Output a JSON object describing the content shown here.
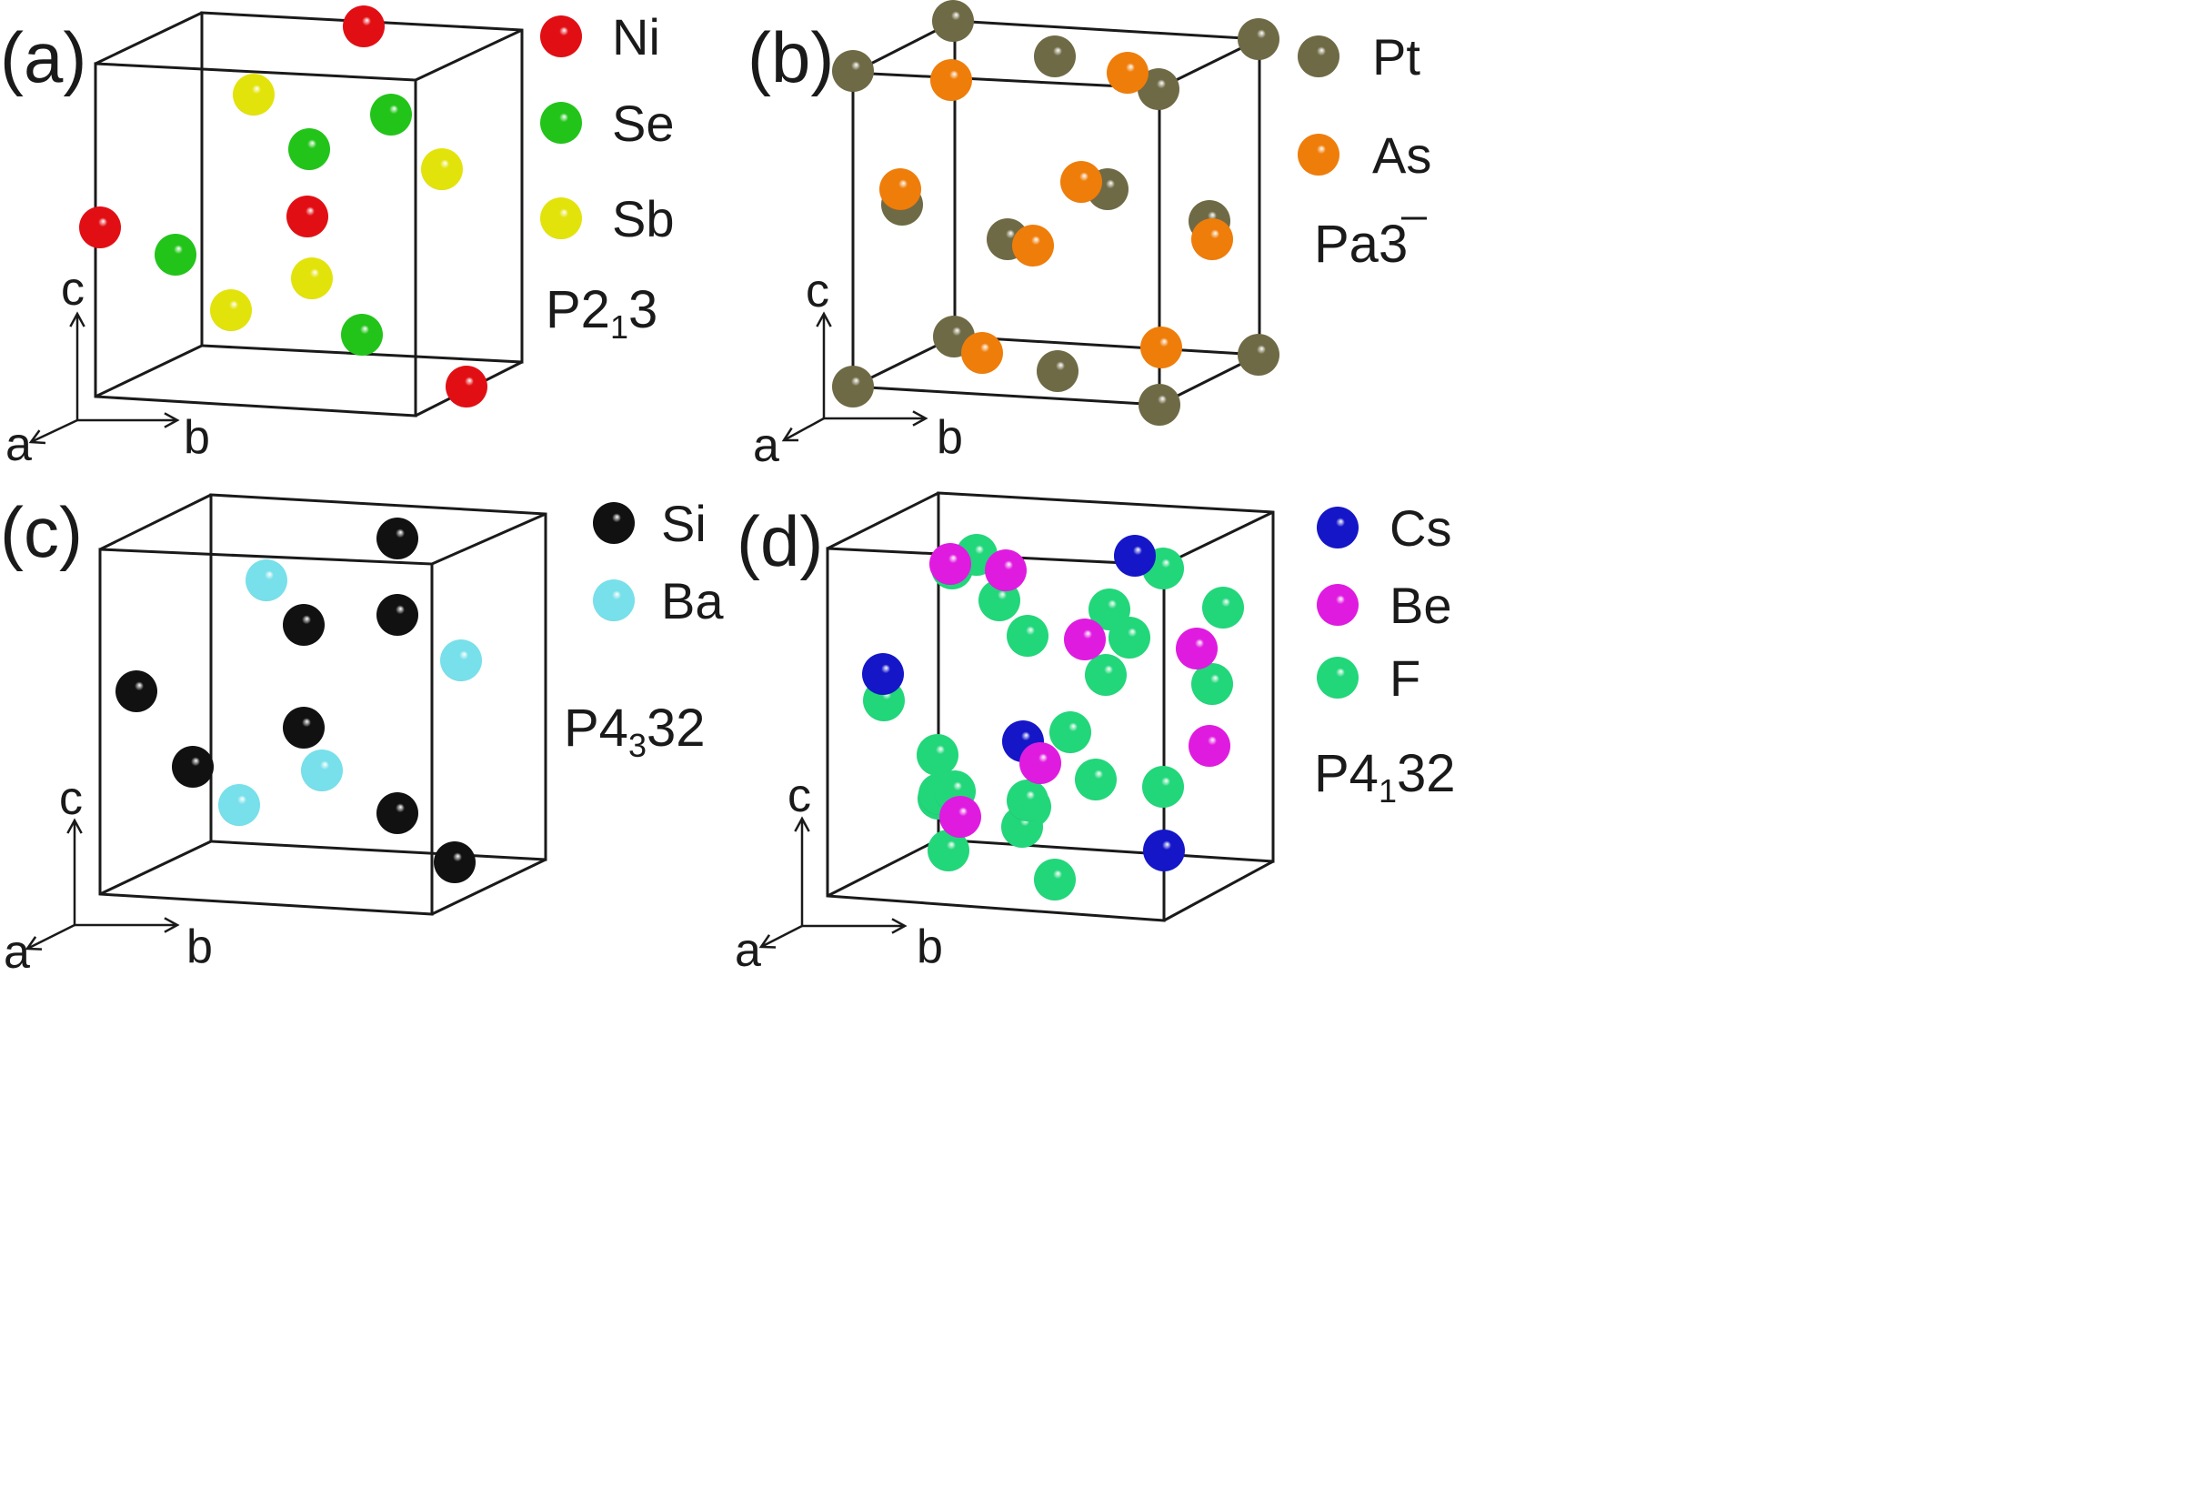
{
  "panels": [
    {
      "id": "a",
      "label": "(a)",
      "space_group": {
        "main": "P2",
        "sub": "1",
        "rest": "3",
        "overbar": ""
      },
      "legend": [
        {
          "symbol": "Ni",
          "color": "#e10f14"
        },
        {
          "symbol": "Se",
          "color": "#22c41a"
        },
        {
          "symbol": "Sb",
          "color": "#e3e30c"
        }
      ],
      "axes": {
        "a": "a",
        "b": "b",
        "c": "c"
      },
      "atoms": [
        {
          "el": "Ni"
        },
        {
          "el": "Ni"
        },
        {
          "el": "Ni"
        },
        {
          "el": "Ni"
        },
        {
          "el": "Se"
        },
        {
          "el": "Se"
        },
        {
          "el": "Se"
        },
        {
          "el": "Se"
        },
        {
          "el": "Sb"
        },
        {
          "el": "Sb"
        },
        {
          "el": "Sb"
        },
        {
          "el": "Sb"
        }
      ]
    },
    {
      "id": "b",
      "label": "(b)",
      "space_group": {
        "main": "Pa",
        "sub": "",
        "rest": "3",
        "overbar": "3"
      },
      "legend": [
        {
          "symbol": "Pt",
          "color": "#6e6a45"
        },
        {
          "symbol": "As",
          "color": "#ef7d0a"
        }
      ],
      "axes": {
        "a": "a",
        "b": "b",
        "c": "c"
      },
      "atoms": [
        {
          "el": "Pt"
        },
        {
          "el": "Pt"
        },
        {
          "el": "Pt"
        },
        {
          "el": "Pt"
        },
        {
          "el": "Pt"
        },
        {
          "el": "Pt"
        },
        {
          "el": "Pt"
        },
        {
          "el": "Pt"
        },
        {
          "el": "Pt"
        },
        {
          "el": "Pt"
        },
        {
          "el": "Pt"
        },
        {
          "el": "Pt"
        },
        {
          "el": "Pt"
        },
        {
          "el": "Pt"
        },
        {
          "el": "As"
        },
        {
          "el": "As"
        },
        {
          "el": "As"
        },
        {
          "el": "As"
        },
        {
          "el": "As"
        },
        {
          "el": "As"
        },
        {
          "el": "As"
        },
        {
          "el": "As"
        }
      ]
    },
    {
      "id": "c",
      "label": "(c)",
      "space_group": {
        "main": "P4",
        "sub": "3",
        "rest": "32",
        "overbar": ""
      },
      "legend": [
        {
          "symbol": "Si",
          "color": "#111111"
        },
        {
          "symbol": "Ba",
          "color": "#77e0ea"
        }
      ],
      "axes": {
        "a": "a",
        "b": "b",
        "c": "c"
      },
      "atoms": [
        {
          "el": "Si"
        },
        {
          "el": "Si"
        },
        {
          "el": "Si"
        },
        {
          "el": "Si"
        },
        {
          "el": "Si"
        },
        {
          "el": "Si"
        },
        {
          "el": "Si"
        },
        {
          "el": "Si"
        },
        {
          "el": "Ba"
        },
        {
          "el": "Ba"
        },
        {
          "el": "Ba"
        },
        {
          "el": "Ba"
        }
      ]
    },
    {
      "id": "d",
      "label": "(d)",
      "space_group": {
        "main": "P4",
        "sub": "1",
        "rest": "32",
        "overbar": ""
      },
      "legend": [
        {
          "symbol": "Cs",
          "color": "#1416c8"
        },
        {
          "symbol": "Be",
          "color": "#e01be0"
        },
        {
          "symbol": "F",
          "color": "#22d67a"
        }
      ],
      "axes": {
        "a": "a",
        "b": "b",
        "c": "c"
      },
      "atoms": [
        {
          "el": "F"
        },
        {
          "el": "F"
        },
        {
          "el": "F"
        },
        {
          "el": "F"
        },
        {
          "el": "F"
        },
        {
          "el": "F"
        },
        {
          "el": "F"
        },
        {
          "el": "F"
        },
        {
          "el": "F"
        },
        {
          "el": "F"
        },
        {
          "el": "F"
        },
        {
          "el": "F"
        },
        {
          "el": "F"
        },
        {
          "el": "F"
        },
        {
          "el": "F"
        },
        {
          "el": "F"
        },
        {
          "el": "F"
        },
        {
          "el": "F"
        },
        {
          "el": "F"
        },
        {
          "el": "F"
        },
        {
          "el": "F"
        },
        {
          "el": "F"
        },
        {
          "el": "F"
        },
        {
          "el": "Cs"
        },
        {
          "el": "Cs"
        },
        {
          "el": "Cs"
        },
        {
          "el": "Cs"
        },
        {
          "el": "Be"
        },
        {
          "el": "Be"
        },
        {
          "el": "Be"
        },
        {
          "el": "Be"
        },
        {
          "el": "Be"
        },
        {
          "el": "Be"
        },
        {
          "el": "Be"
        }
      ]
    }
  ]
}
